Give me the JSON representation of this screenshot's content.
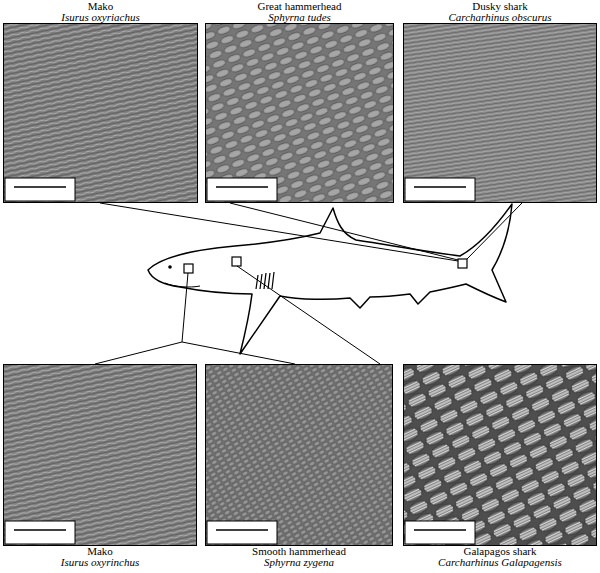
{
  "diagram": {
    "nodes": [
      {
        "text": [
          "Mako",
          "Isurus oxyriachus"
        ]
      },
      {
        "text": [
          "Great hammerhead",
          "Sphyrna tudes"
        ]
      },
      {
        "text": [
          "Dusky shark",
          "Carcharhinus obscurus"
        ]
      },
      {
        "text": [
          "Mako",
          "Isurus oxyrinchus"
        ]
      },
      {
        "text": [
          "Smooth hammerhead",
          "Sphyrna zygena"
        ]
      },
      {
        "text": [
          "Galapagos shark",
          "Carcharhinus Galapagensis"
        ]
      }
    ]
  }
}
